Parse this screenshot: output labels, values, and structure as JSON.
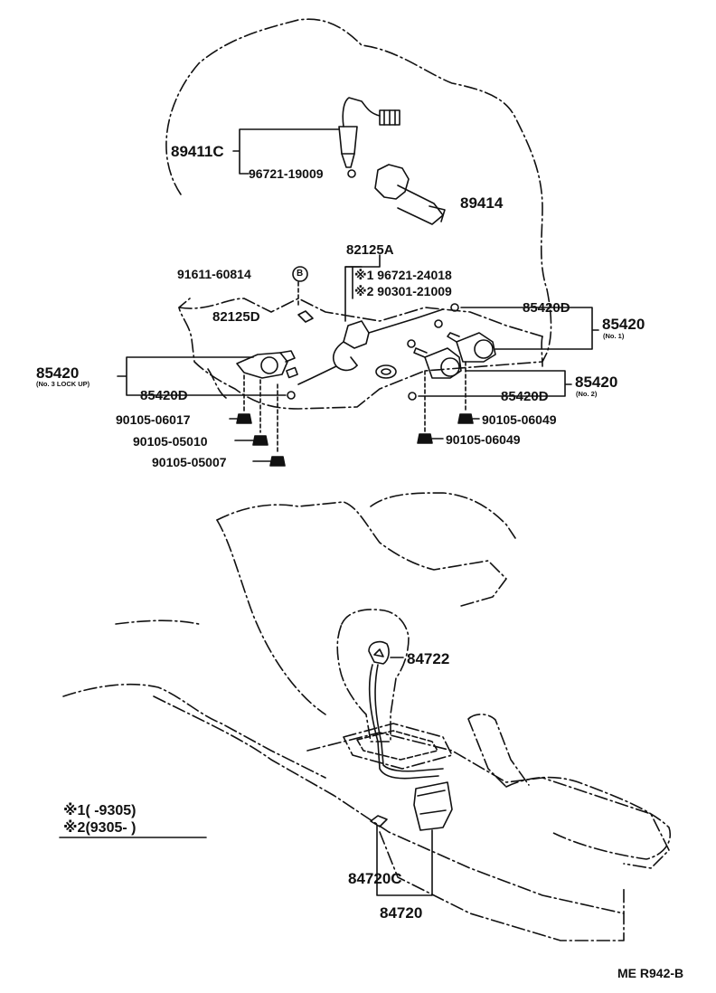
{
  "diagram": {
    "drawing_code": "ME  R942-B",
    "parts": {
      "p89411C": "89411C",
      "p96721_19009": "96721-19009",
      "p89414": "89414",
      "p82125A": "82125A",
      "p91611_60814": "91611-60814",
      "p96721_24018": "※1 96721-24018",
      "p90301_21009": "※2 90301-21009",
      "p82125D": "82125D",
      "p85420D_right_top": "85420D",
      "p85420_no1": "85420",
      "p85420_no1_sub": "(No. 1)",
      "p85420_no3": "85420",
      "p85420_no3_sub": "(No. 3 LOCK UP)",
      "p85420D_left": "85420D",
      "p85420_no2": "85420",
      "p85420_no2_sub": "(No. 2)",
      "p85420D_right_bottom": "85420D",
      "p90105_06017": "90105-06017",
      "p90105_05010": "90105-05010",
      "p90105_05007": "90105-05007",
      "p90105_06049_a": "90105-06049",
      "p90105_06049_b": "90105-06049",
      "p84722": "84722",
      "p84720C": "84720C",
      "p84720": "84720",
      "bolt_marker": "B"
    },
    "footnotes": {
      "note1": "※1(      -9305)",
      "note2": "※2(9305-      )"
    }
  }
}
